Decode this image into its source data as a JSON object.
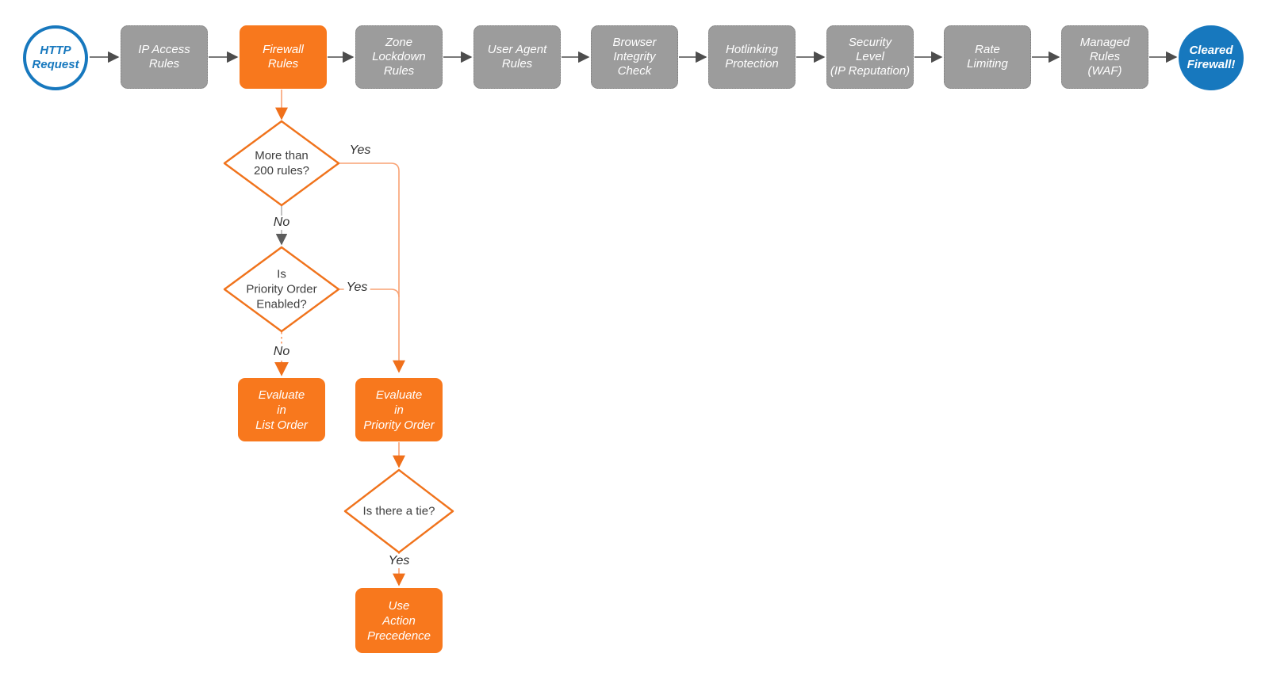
{
  "pipeline": {
    "start_label": "HTTP\nRequest",
    "end_label": "Cleared\nFirewall!",
    "stages": [
      {
        "label": "IP Access\nRules"
      },
      {
        "label": "Firewall\nRules"
      },
      {
        "label": "Zone\nLockdown\nRules"
      },
      {
        "label": "User Agent\nRules"
      },
      {
        "label": "Browser\nIntegrity\nCheck"
      },
      {
        "label": "Hotlinking\nProtection"
      },
      {
        "label": "Security\nLevel\n(IP Reputation)"
      },
      {
        "label": "Rate\nLimiting"
      },
      {
        "label": "Managed\nRules\n(WAF)"
      }
    ]
  },
  "decisions": [
    {
      "question": "More than\n200 rules?",
      "yes_label": "Yes",
      "no_label": "No"
    },
    {
      "question": "Is\nPriority Order\nEnabled?",
      "yes_label": "Yes",
      "no_label": "No"
    },
    {
      "question": "Is there a tie?",
      "yes_label": "Yes"
    }
  ],
  "actions": [
    {
      "label": "Evaluate\nin\nList Order"
    },
    {
      "label": "Evaluate\nin\nPriority Order"
    },
    {
      "label": "Use\nAction\nPrecedence"
    }
  ],
  "colors": {
    "orange": "#F8781D",
    "orange_line": "#F9A273",
    "blue": "#1778BE",
    "gray_box": "#9C9C9C",
    "dark_arrow": "#4D4D4D"
  }
}
